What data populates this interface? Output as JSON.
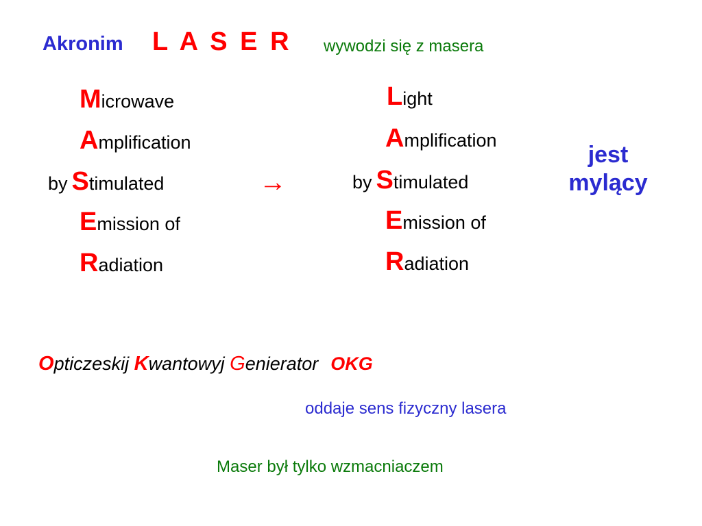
{
  "header": {
    "akronim": "Akronim",
    "laser": "L A S E R",
    "note": "wywodzi się z masera"
  },
  "maser_expansion": [
    {
      "prefix": "",
      "initial": "M",
      "rest": "icrowave"
    },
    {
      "prefix": "",
      "initial": "A",
      "rest": "mplification"
    },
    {
      "prefix": "by",
      "initial": "S",
      "rest": "timulated"
    },
    {
      "prefix": "",
      "initial": "E",
      "rest": "mission of"
    },
    {
      "prefix": "",
      "initial": "R",
      "rest": "adiation"
    }
  ],
  "arrow": "→",
  "laser_expansion": [
    {
      "prefix": "",
      "initial": "L",
      "rest": "ight"
    },
    {
      "prefix": "",
      "initial": "A",
      "rest": "mplification"
    },
    {
      "prefix": "by",
      "initial": "S",
      "rest": "timulated"
    },
    {
      "prefix": "",
      "initial": "E",
      "rest": "mission of"
    },
    {
      "prefix": "",
      "initial": "R",
      "rest": "adiation"
    }
  ],
  "verdict": {
    "line1": "jest",
    "line2": "mylący"
  },
  "okg": {
    "w1_initial": "O",
    "w1_rest": "pticzeskij",
    "w2_initial": "K",
    "w2_rest": "wantowyj",
    "w3_initial": "G",
    "w3_rest": "enierator",
    "abbr": "OKG"
  },
  "sens_note": "oddaje sens fizyczny lasera",
  "maser_note": "Maser był tylko wzmacniaczem",
  "colors": {
    "blue": "#2b2bd0",
    "red": "#ff0000",
    "green": "#0a7a0a",
    "black": "#000000"
  }
}
